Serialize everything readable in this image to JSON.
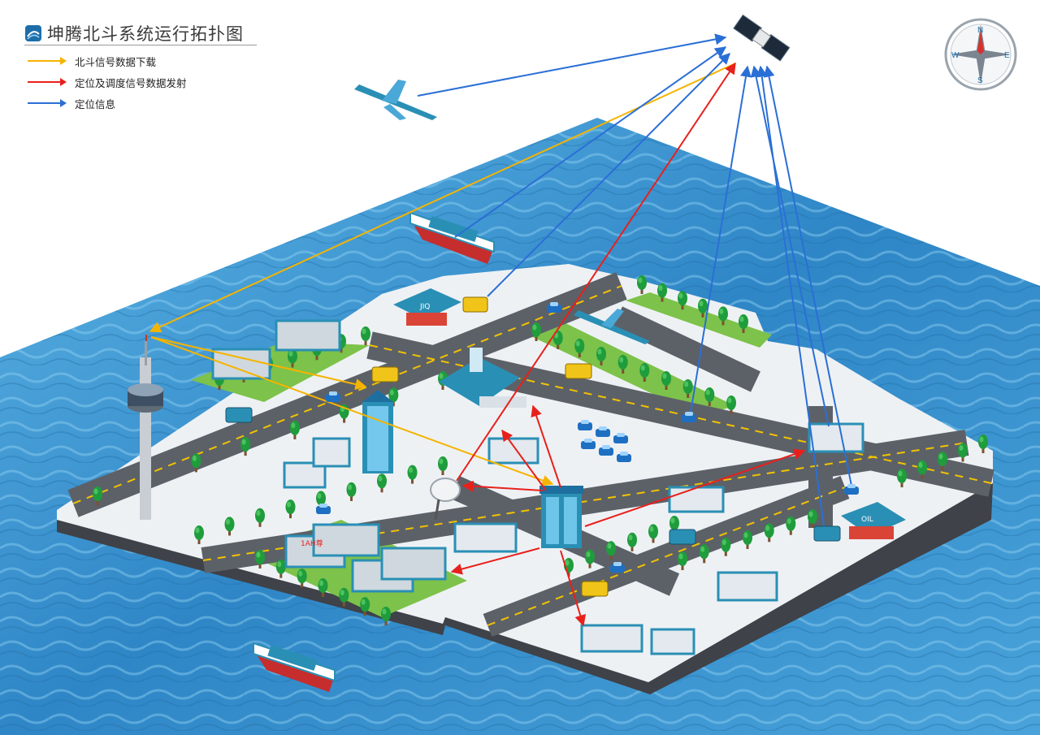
{
  "header": {
    "title": "坤腾北斗系统运行拓扑图"
  },
  "legend": [
    {
      "label": "北斗信号数据下载",
      "color": "#f5b400"
    },
    {
      "label": "定位及调度信号数据发射",
      "color": "#e8201c"
    },
    {
      "label": "定位信息",
      "color": "#2a6fd6"
    }
  ],
  "compass": {
    "n": "N",
    "e": "E",
    "s": "S",
    "w": "W"
  },
  "buildings": {
    "gas_station_top": "JIQ",
    "gas_station_right": "OIL",
    "hotel": "1AH尊"
  },
  "colors": {
    "sea": "#2f86c6",
    "ground": "#eef1f4",
    "road": "#5c6168",
    "grass": "#7dc24a",
    "roof": "#2a8fb5"
  }
}
